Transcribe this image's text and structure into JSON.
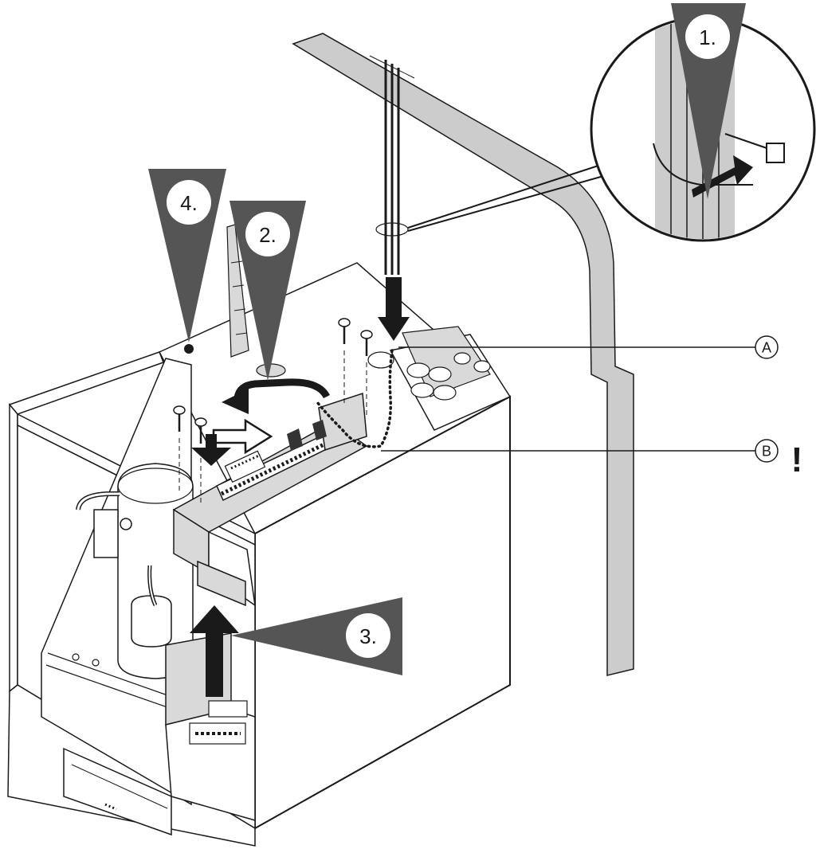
{
  "steps": [
    {
      "id": "1",
      "label": "1."
    },
    {
      "id": "2",
      "label": "2."
    },
    {
      "id": "3",
      "label": "3."
    },
    {
      "id": "4",
      "label": "4."
    }
  ],
  "callouts": [
    {
      "id": "A",
      "label": "A"
    },
    {
      "id": "B",
      "label": "B"
    }
  ],
  "warning": {
    "symbol": "!"
  },
  "colors": {
    "line": "#1a1a1a",
    "marker_fill": "#555555",
    "wall_fill": "#cccccc",
    "panel_fill": "#d9d9d9",
    "background": "#ffffff"
  }
}
